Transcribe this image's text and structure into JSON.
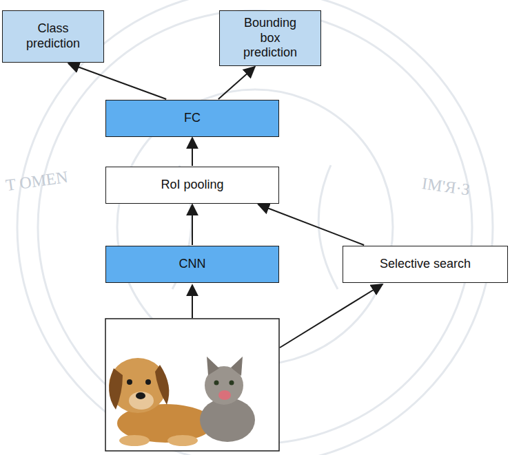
{
  "diagram": {
    "nodes": [
      {
        "text": [
          "Class prediction"
        ]
      },
      {
        "text": [
          "Bounding box prediction"
        ]
      },
      {
        "text": [
          "FC"
        ]
      },
      {
        "text": [
          "RoI pooling"
        ]
      },
      {
        "text": [
          "CNN"
        ]
      },
      {
        "text": [
          "Selective search"
        ]
      }
    ],
    "edges": [
      {
        "from": 2,
        "to": 0,
        "arrow": "to"
      },
      {
        "from": 2,
        "to": 1,
        "arrow": "to"
      },
      {
        "from": 3,
        "to": 2,
        "arrow": "to"
      },
      {
        "from": 4,
        "to": 3,
        "arrow": "to"
      },
      {
        "from": 5,
        "to": 3,
        "arrow": "to"
      }
    ],
    "labels": [
      "T OMEN",
      "IM'Я·З"
    ]
  }
}
